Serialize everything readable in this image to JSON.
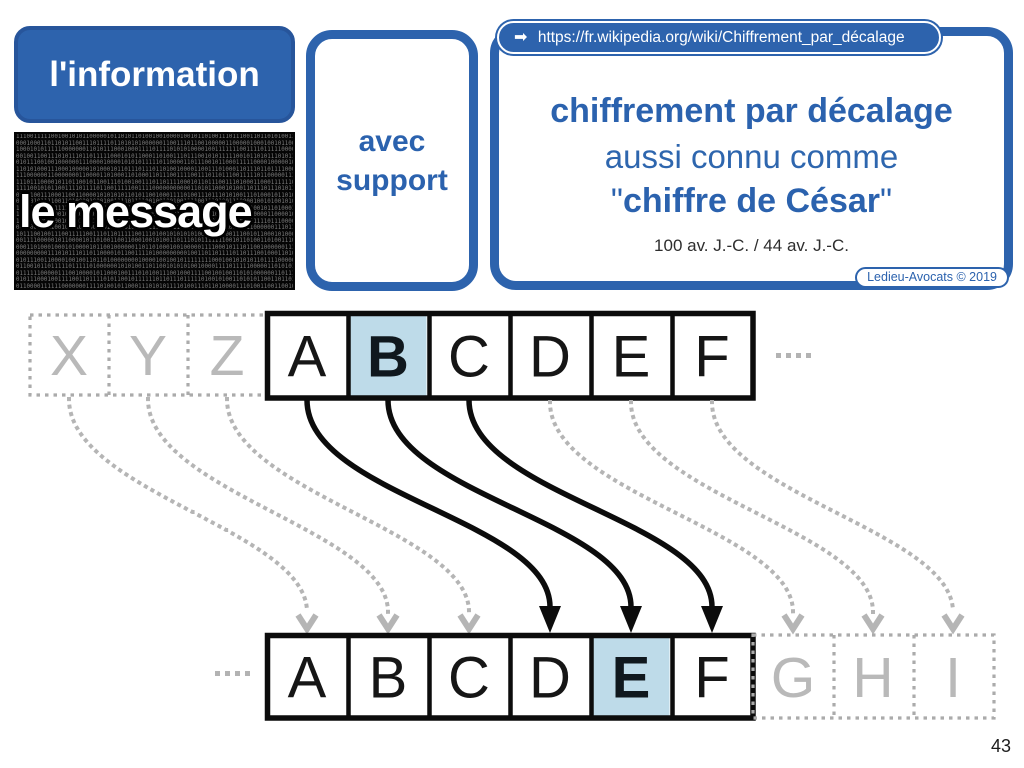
{
  "page": {
    "number": "43"
  },
  "colors": {
    "primary_blue": "#2d63ad",
    "border_blue": "#27559b",
    "text_blue": "#2b62ae",
    "highlight_light_blue": "#bedbe9",
    "ghost_gray": "#b9b9b9",
    "black": "#161616"
  },
  "info_card": {
    "title": "l'information"
  },
  "message_card": {
    "label": "le message",
    "binary_chars": "10"
  },
  "support_card": {
    "line1": "avec",
    "line2": "support"
  },
  "wiki_card": {
    "arrow_icon": "➡",
    "url": "https://fr.wikipedia.org/wiki/Chiffrement_par_décalage",
    "title_bold": "chiffrement par décalage",
    "subtitle": "aussi connu comme",
    "alias_prefix": "\"",
    "alias_bold": "chiffre de César",
    "alias_suffix": "\"",
    "dates": "100 av. J.-C. / 44 av. J.-C.",
    "watermark": "Ledieu-Avocats © 2019"
  },
  "cipher_diagram": {
    "shift": 3,
    "top_row": {
      "ghost_letters": [
        "X",
        "Y",
        "Z"
      ],
      "solid_letters": [
        "A",
        "B",
        "C",
        "D",
        "E",
        "F"
      ],
      "highlighted_letter": "B",
      "trailing_dots": "····"
    },
    "bottom_row": {
      "leading_dots": "····",
      "solid_letters": [
        "A",
        "B",
        "C",
        "D",
        "E",
        "F"
      ],
      "highlighted_letter": "E",
      "ghost_letters": [
        "G",
        "H",
        "I"
      ]
    },
    "solid_arrow_mappings": [
      [
        "A",
        "D"
      ],
      [
        "B",
        "E"
      ],
      [
        "C",
        "F"
      ]
    ],
    "dashed_arrow_mappings": [
      [
        "X",
        "A"
      ],
      [
        "Y",
        "B"
      ],
      [
        "Z",
        "C"
      ],
      [
        "D",
        "G"
      ],
      [
        "E",
        "H"
      ],
      [
        "F",
        "I"
      ]
    ]
  }
}
